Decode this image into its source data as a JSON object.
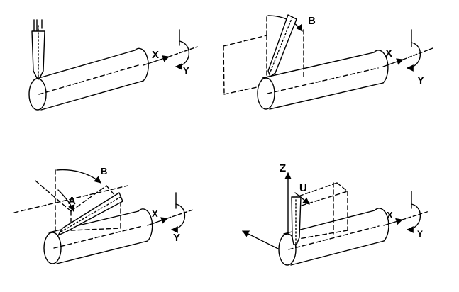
{
  "figure": {
    "panel_1": {
      "x_label": "X",
      "y_label": "Y"
    },
    "panel_2": {
      "x_label": "X",
      "y_label": "Y",
      "b_label": "B"
    },
    "panel_3": {
      "x_label": "X",
      "y_label": "Y",
      "a_label": "A",
      "b_label": "B"
    },
    "panel_4": {
      "x_label": "X",
      "y_label": "Y",
      "z_label": "Z",
      "u_label": "U"
    }
  },
  "colors": {
    "ink": "#000000",
    "background": "#ffffff"
  }
}
